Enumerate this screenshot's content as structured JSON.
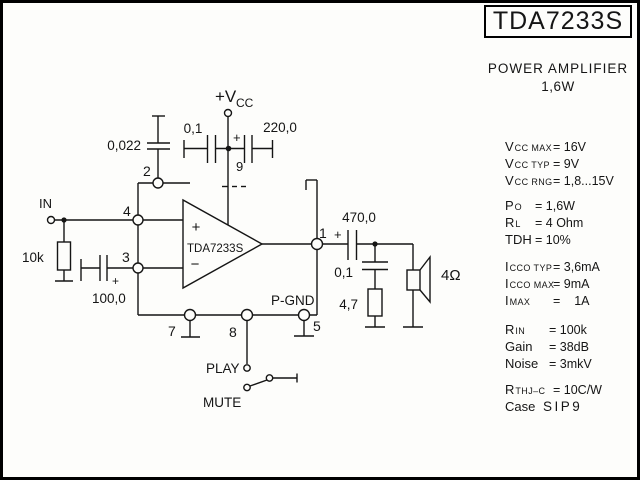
{
  "colors": {
    "ink": "#000000",
    "paper": "#fdfdfb"
  },
  "panel": {
    "chip_title": "TDA7233S",
    "subtitle": "POWER AMPLIFIER",
    "power": "1,6W",
    "spec_groups": [
      {
        "lines": [
          {
            "base": "V",
            "sub": "CC MAX",
            "value": "= 16V"
          },
          {
            "base": "V",
            "sub": "CC TYP",
            "value": "= 9V"
          },
          {
            "base": "V",
            "sub": "CC RNG",
            "value": "= 1,8...15V"
          }
        ]
      },
      {
        "lines": [
          {
            "base": "P",
            "sub": "O",
            "value": "= 1,6W"
          },
          {
            "base": "R",
            "sub": "L",
            "value": "= 4 Ohm"
          },
          {
            "base": "TDH",
            "sub": "",
            "value": "= 10%"
          }
        ]
      },
      {
        "lines": [
          {
            "base": "I",
            "sub": "CCO TYP",
            "value": "= 3,6mA"
          },
          {
            "base": "I",
            "sub": "CCO MAX",
            "value": "= 9mA"
          },
          {
            "base": "I",
            "sub": "MAX",
            "value": "=    1A"
          }
        ]
      },
      {
        "lines": [
          {
            "base": "R",
            "sub": "IN",
            "value": "= 100k"
          },
          {
            "base": "Gain",
            "sub": "",
            "value": "= 38dB"
          },
          {
            "base": "Noise",
            "sub": "",
            "value": "= 3mkV"
          }
        ]
      },
      {
        "lines": [
          {
            "base": "R",
            "sub": "THJ–C",
            "value": "= 10C/W"
          },
          {
            "base": "Case",
            "sub": "",
            "value": "SIP9"
          }
        ]
      }
    ]
  },
  "schematic": {
    "ic_name": "TDA7233S",
    "labels": {
      "input": "IN",
      "r_input": "10k",
      "c_input": "100,0",
      "c_feedback": "0,022",
      "c_supply_small": "0,1",
      "c_supply_big": "220,0",
      "c_out": "470,0",
      "c_zobel": "0,1",
      "r_zobel": "4,7",
      "speaker": "4Ω",
      "p_gnd": "P-GND",
      "play": "PLAY",
      "mute": "MUTE",
      "vcc_main": "+V",
      "vcc_sub": "CC",
      "plus": "+",
      "minus": "−"
    },
    "pins": {
      "p1": "1",
      "p2": "2",
      "p3": "3",
      "p4": "4",
      "p5": "5",
      "p7": "7",
      "p8": "8",
      "p9": "9"
    }
  }
}
